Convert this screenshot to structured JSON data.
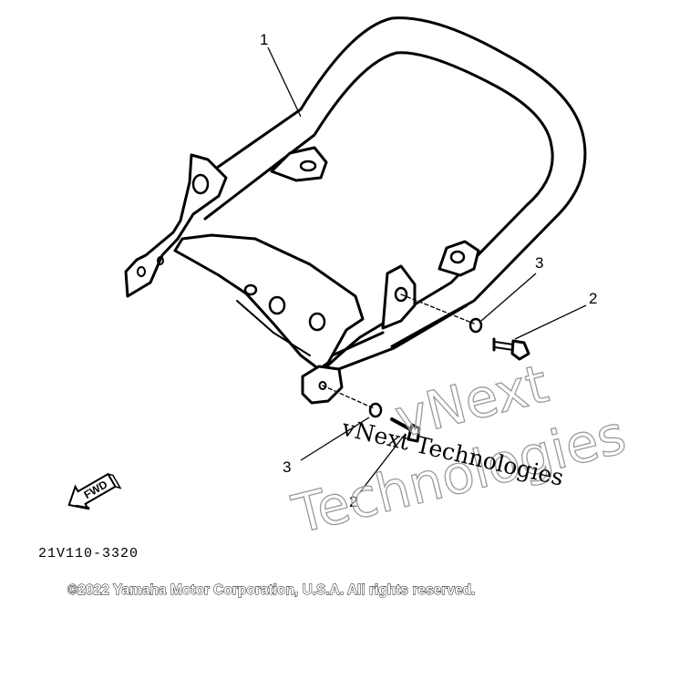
{
  "diagram": {
    "callouts": [
      {
        "id": "1",
        "label": "1"
      },
      {
        "id": "2a",
        "label": "2"
      },
      {
        "id": "3a",
        "label": "3"
      },
      {
        "id": "3b",
        "label": "3"
      },
      {
        "id": "2b",
        "label": "2"
      }
    ],
    "direction_badge": "FWD",
    "part_number": "21V110-3320",
    "copyright": "©2022 Yamaha Motor Corporation, U.S.A. All rights reserved."
  },
  "watermark": {
    "line1": "vNext",
    "line2": "Technologies",
    "caption": "vNext Technologies"
  },
  "colors": {
    "ink": "#000000",
    "background": "#ffffff",
    "watermark_outline": "#9a9a9a"
  }
}
